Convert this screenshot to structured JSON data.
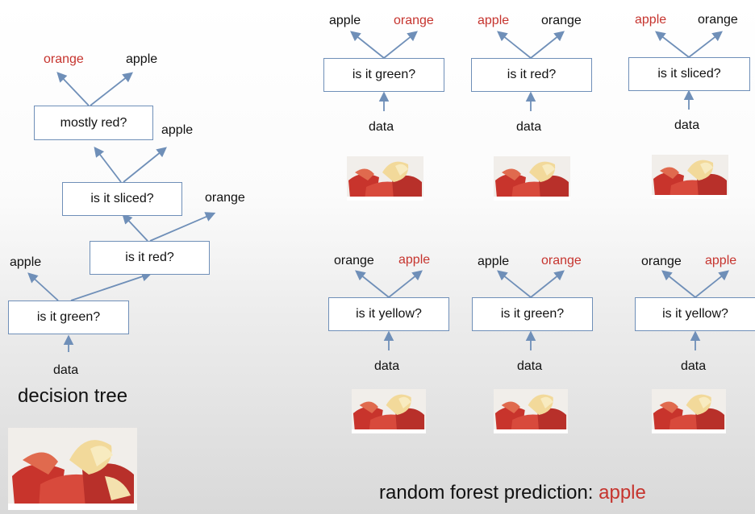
{
  "colors": {
    "arrow": "#6f8fb8",
    "highlight": "#c6342e",
    "text": "#111111"
  },
  "decision_tree": {
    "title": "decision tree",
    "nodes": {
      "n1": "is it green?",
      "n2": "is it red?",
      "n3": "is it sliced?",
      "n4": "mostly red?"
    },
    "leaves": {
      "l_green": "apple",
      "l_red": "orange",
      "l_sliced": "apple",
      "l_mostly_left": "orange",
      "l_mostly_right": "apple"
    },
    "input": "data"
  },
  "forest": {
    "trees": [
      {
        "question": "is it green?",
        "left": "apple",
        "right": "orange",
        "input": "data"
      },
      {
        "question": "is it red?",
        "left": "apple",
        "right": "orange",
        "input": "data"
      },
      {
        "question": "is it sliced?",
        "left": "apple",
        "right": "orange",
        "input": "data"
      },
      {
        "question": "is it yellow?",
        "left": "orange",
        "right": "apple",
        "input": "data"
      },
      {
        "question": "is it green?",
        "left": "apple",
        "right": "orange",
        "input": "data"
      },
      {
        "question": "is it yellow?",
        "left": "orange",
        "right": "apple",
        "input": "data"
      }
    ],
    "prediction_label": "random forest prediction:",
    "prediction_value": "apple"
  }
}
